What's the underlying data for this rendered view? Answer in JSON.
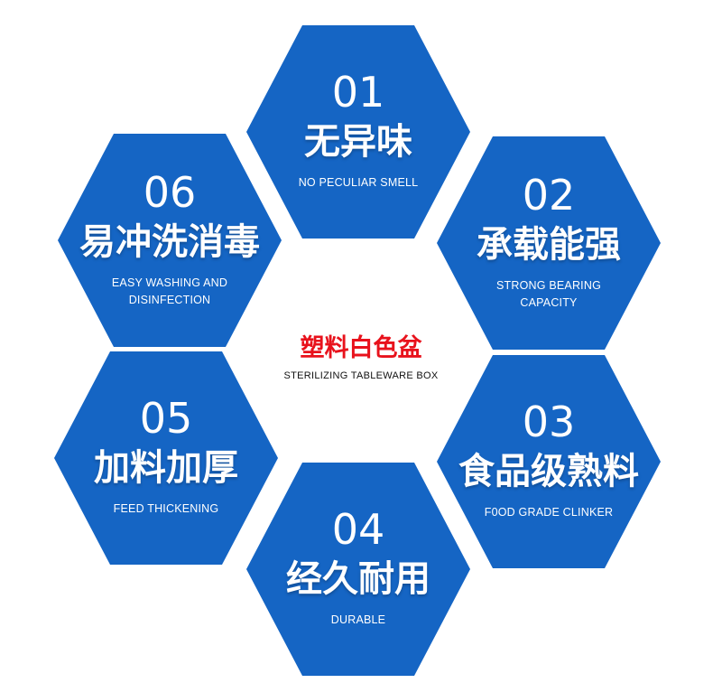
{
  "colors": {
    "hexagon_fill": "#1565C4",
    "center_title": "#E8121C",
    "background": "#FFFFFF"
  },
  "center": {
    "title_cn": "塑料白色盆",
    "title_en": "STERILIZING TABLEWARE BOX"
  },
  "features": [
    {
      "number": "01",
      "title_cn": "无异味",
      "title_en": "NO PECULIAR SMELL"
    },
    {
      "number": "02",
      "title_cn": "承载能强",
      "title_en": "STRONG BEARING CAPACITY"
    },
    {
      "number": "03",
      "title_cn": "食品级熟料",
      "title_en": "F0OD GRADE CLINKER"
    },
    {
      "number": "04",
      "title_cn": "经久耐用",
      "title_en": "DURABLE"
    },
    {
      "number": "05",
      "title_cn": "加料加厚",
      "title_en": "FEED THICKENING"
    },
    {
      "number": "06",
      "title_cn": "易冲洗消毒",
      "title_en": "EASY WASHING AND DISINFECTION"
    }
  ]
}
